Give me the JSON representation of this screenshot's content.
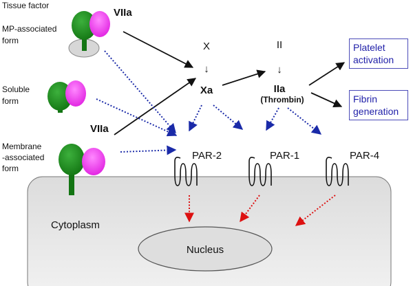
{
  "labels": {
    "tissue_factor": "Tissue factor",
    "mp_form_line1": "MP-associated",
    "mp_form_line2": "form",
    "soluble_line1": "Soluble",
    "soluble_line2": "form",
    "membrane_line1": "Membrane",
    "membrane_line2": "-associated",
    "membrane_line3": "form",
    "viia_top": "VIIa",
    "viia_bottom": "VIIa",
    "factor_x": "X",
    "factor_xa": "Xa",
    "factor_ii": "II",
    "factor_iia": "IIa",
    "thrombin": "(Thrombin)",
    "down_arrow": "↓",
    "par2": "PAR-2",
    "par1": "PAR-1",
    "par4": "PAR-4",
    "cytoplasm": "Cytoplasm",
    "nucleus": "Nucleus"
  },
  "boxes": {
    "platelet_line1": "Platelet",
    "platelet_line2": "activation",
    "fibrin_line1": "Fibrin",
    "fibrin_line2": "generation"
  },
  "colors": {
    "tf_green": "#1e8a1e",
    "viia_magenta": "#ee44ee",
    "dotted_blue": "#1a2aa8",
    "dotted_red": "#dd1111",
    "cell_fill": "#e8e8e8",
    "box_border": "#4a4ab8",
    "box_text": "#1f1fa8"
  }
}
